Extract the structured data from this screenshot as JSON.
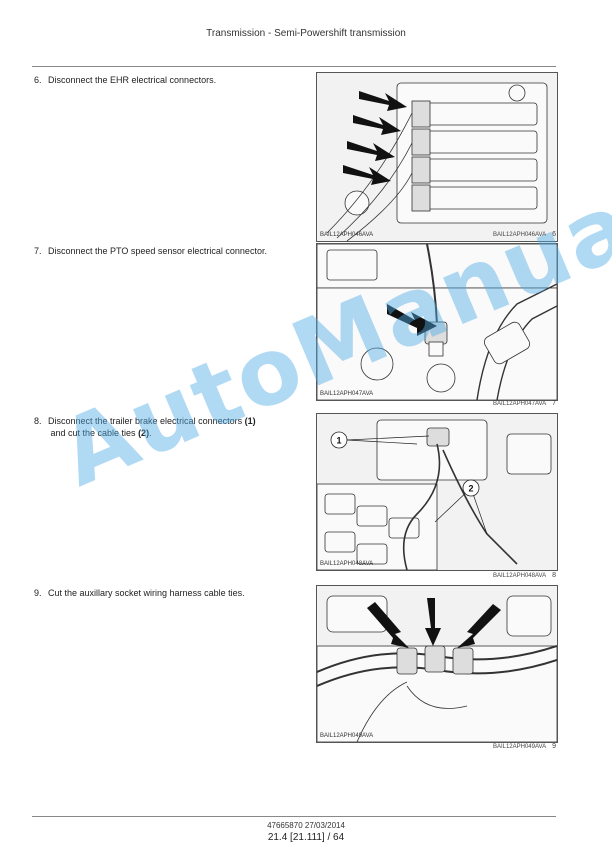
{
  "header": {
    "title": "Transmission - Semi-Powershift transmission"
  },
  "steps": [
    {
      "number": "6.",
      "text": "Disconnect the EHR electrical connectors."
    },
    {
      "number": "7.",
      "text": "Disconnect the PTO speed sensor electrical connector."
    },
    {
      "number": "8.",
      "text_before": "Disconnect the trailer brake electrical connectors ",
      "ref1": "(1)",
      "text_mid": " and cut the cable ties ",
      "ref2": "(2)",
      "text_after": "."
    },
    {
      "number": "9.",
      "text": "Cut the auxillary socket wiring harness cable ties."
    }
  ],
  "figures": [
    {
      "code": "BAIL12APH046AVA",
      "caption_code": "BAIL12APH046AVA",
      "number": "6"
    },
    {
      "code": "BAIL12APH047AVA",
      "caption_code": "BAIL12APH047AVA",
      "number": "7"
    },
    {
      "code": "BAIL12APH048AVA",
      "caption_code": "BAIL12APH048AVA",
      "number": "8",
      "callouts": [
        "1",
        "2"
      ]
    },
    {
      "code": "BAIL12APH049AVA",
      "caption_code": "BAIL12APH049AVA",
      "number": "9"
    }
  ],
  "watermark": {
    "text": "AutoManual",
    "color": "#50aae6"
  },
  "footer": {
    "doc_ref": "47665870 27/03/2014",
    "page": "21.4 [21.111] / 64"
  }
}
